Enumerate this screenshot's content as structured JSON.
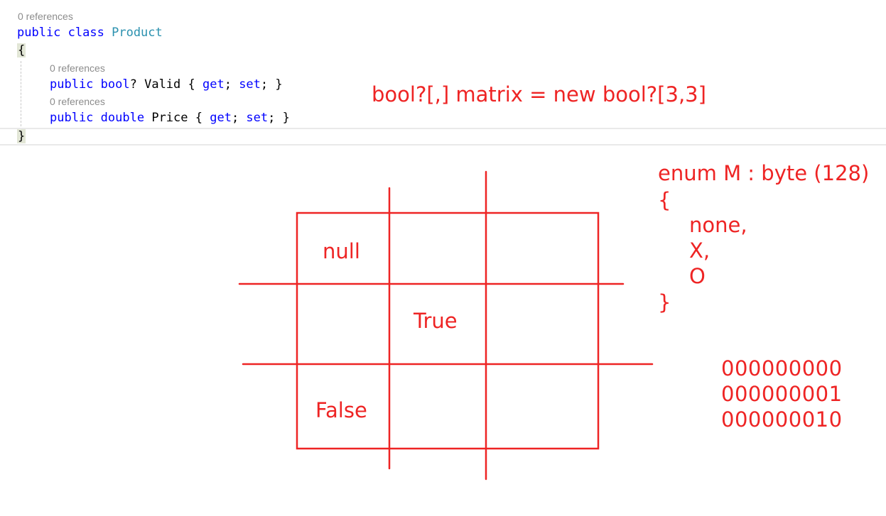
{
  "editor": {
    "class_lens": "0 references",
    "class_kw_public": "public",
    "class_kw_class": "class",
    "class_name": "Product",
    "open_brace": "{",
    "prop1_lens": "0 references",
    "prop1_public": "public",
    "prop1_type": "bool",
    "prop1_rest": "? Valid { ",
    "prop1_get": "get",
    "prop1_mid": "; ",
    "prop1_set": "set",
    "prop1_end": "; }",
    "prop2_lens": "0 references",
    "prop2_public": "public",
    "prop2_type": "double",
    "prop2_rest": " Price { ",
    "prop2_get": "get",
    "prop2_mid": "; ",
    "prop2_set": "set",
    "prop2_end": "; }",
    "close_brace": "}"
  },
  "annotations": {
    "matrix_decl": "bool?[,] matrix = new bool?[3,3]",
    "enum_lines": [
      "enum M : byte (128)",
      "{",
      "none,",
      "X,",
      "O",
      "}"
    ],
    "bit_lines": [
      "000000000",
      "000000001",
      "000000010"
    ],
    "cells": {
      "top_left": "null",
      "center": "True",
      "bottom_left": "False"
    }
  },
  "colors": {
    "ink_red": "#ee2424",
    "keyword_blue": "#0000ff",
    "type_teal": "#2b91af",
    "lens_gray": "#8c8c8c"
  }
}
